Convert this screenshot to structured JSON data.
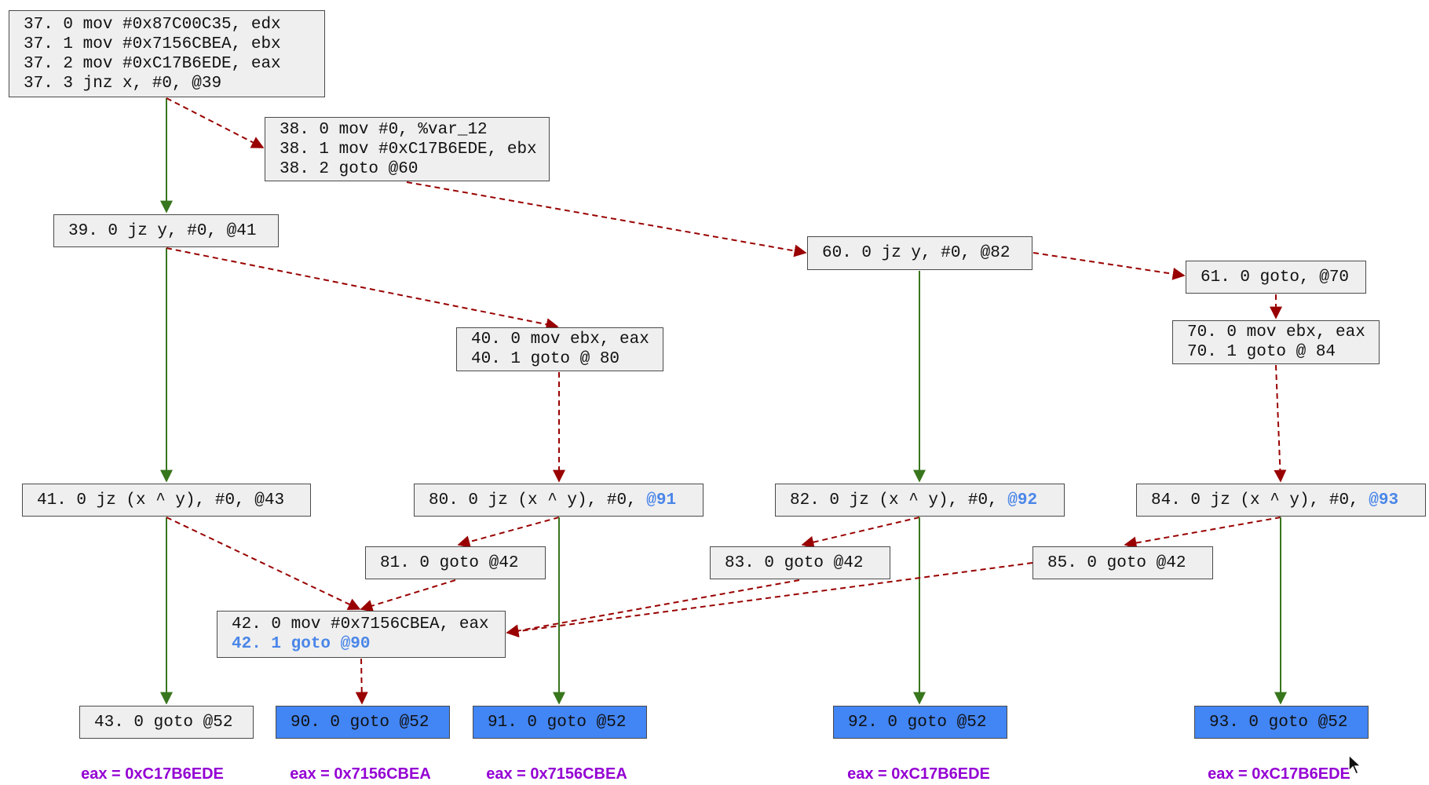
{
  "colors": {
    "node_fill": "#efefef",
    "node_border": "#4a4a4a",
    "highlight_fill": "#4285f4",
    "highlight_text": "#4a86e8",
    "true_edge": "#38761d",
    "false_edge": "#990000",
    "annotation": "#9400d3"
  },
  "nodes": {
    "n37": {
      "lines": [
        "37. 0 mov #0x87C00C35, edx",
        "37. 1 mov #0x7156CBEA, ebx",
        "37. 2 mov #0xC17B6EDE, eax",
        "37. 3 jnz x, #0, @39"
      ]
    },
    "n38": {
      "lines": [
        "38. 0 mov #0, %var_12",
        "38. 1 mov #0xC17B6EDE, ebx",
        "38. 2 goto @60"
      ]
    },
    "n39": {
      "lines": [
        "39. 0 jz y, #0, @41"
      ]
    },
    "n60": {
      "lines": [
        "60. 0 jz y, #0, @82"
      ]
    },
    "n61": {
      "lines": [
        "61. 0 goto, @70"
      ]
    },
    "n40": {
      "lines": [
        "40. 0 mov ebx, eax",
        "40. 1 goto @ 80"
      ]
    },
    "n70": {
      "lines": [
        "70. 0 mov ebx, eax",
        "70. 1 goto @ 84"
      ]
    },
    "n41": {
      "text": "41. 0 jz (x ^ y), #0, @43"
    },
    "n80": {
      "text": "80. 0 jz (x ^ y), #0, ",
      "target": "@91"
    },
    "n82": {
      "text": "82. 0 jz (x ^ y), #0, ",
      "target": "@92"
    },
    "n84": {
      "text": "84. 0 jz (x ^ y), #0, ",
      "target": "@93"
    },
    "n81": {
      "lines": [
        "81. 0 goto @42"
      ]
    },
    "n83": {
      "lines": [
        "83. 0 goto @42"
      ]
    },
    "n85": {
      "lines": [
        "85. 0 goto @42"
      ]
    },
    "n42": {
      "line1": "42. 0 mov #0x7156CBEA, eax",
      "line2": "42. 1 goto @90"
    },
    "n43": {
      "lines": [
        "43. 0 goto @52"
      ]
    },
    "n90": {
      "lines": [
        "90. 0 goto @52"
      ]
    },
    "n91": {
      "lines": [
        "91. 0 goto @52"
      ]
    },
    "n92": {
      "lines": [
        "92. 0 goto @52"
      ]
    },
    "n93": {
      "lines": [
        "93. 0 goto @52"
      ]
    }
  },
  "annotations": {
    "a43": "eax = 0xC17B6EDE",
    "a90": "eax = 0x7156CBEA",
    "a91": "eax = 0x7156CBEA",
    "a92": "eax = 0xC17B6EDE",
    "a93": "eax = 0xC17B6EDE"
  }
}
